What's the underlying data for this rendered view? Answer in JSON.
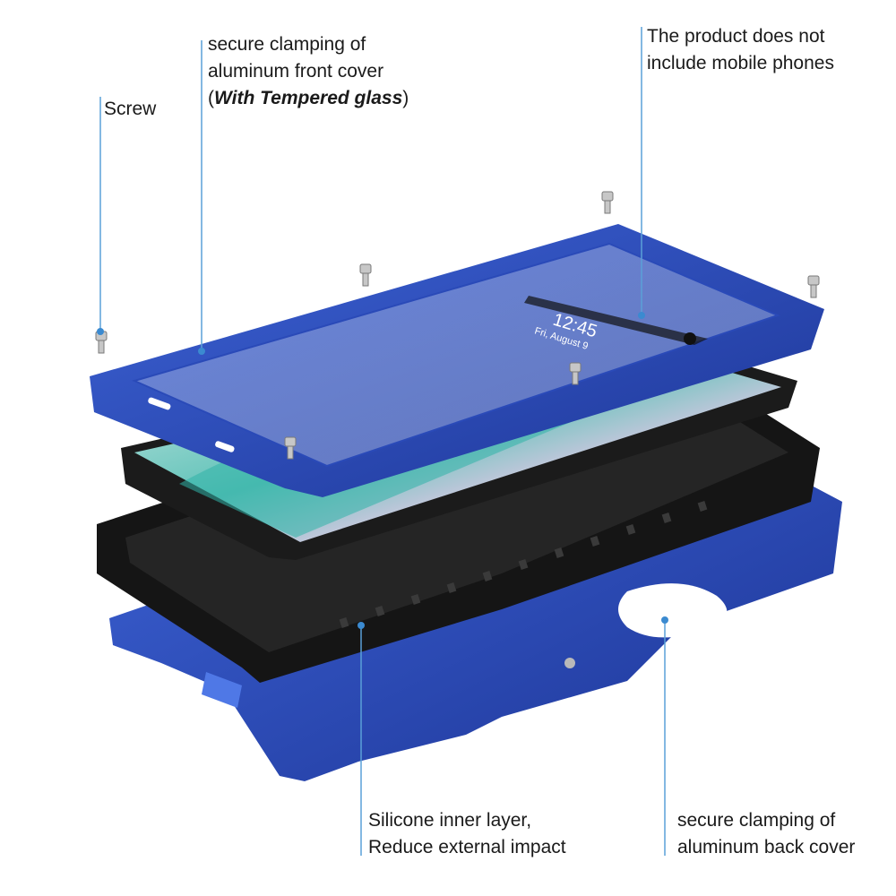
{
  "labels": {
    "screw": "Screw",
    "front_cover_line1": "secure clamping of",
    "front_cover_line2": "aluminum front cover",
    "front_cover_open": "(",
    "front_cover_glass": "With Tempered glass",
    "front_cover_close": ")",
    "no_phone_line1": "The product does not",
    "no_phone_line2": "include mobile phones",
    "silicone_line1": "Silicone inner layer,",
    "silicone_line2": "Reduce external impact",
    "back_cover_line1": "secure clamping of",
    "back_cover_line2": "aluminum back cover"
  },
  "phone_screen": {
    "time": "12:45",
    "date": "Fri, August 9"
  },
  "colors": {
    "aluminum_blue": "#2340a8",
    "aluminum_blue_light": "#3d63d6",
    "silicone_black": "#141414",
    "leader_line": "#5aa0d8"
  }
}
